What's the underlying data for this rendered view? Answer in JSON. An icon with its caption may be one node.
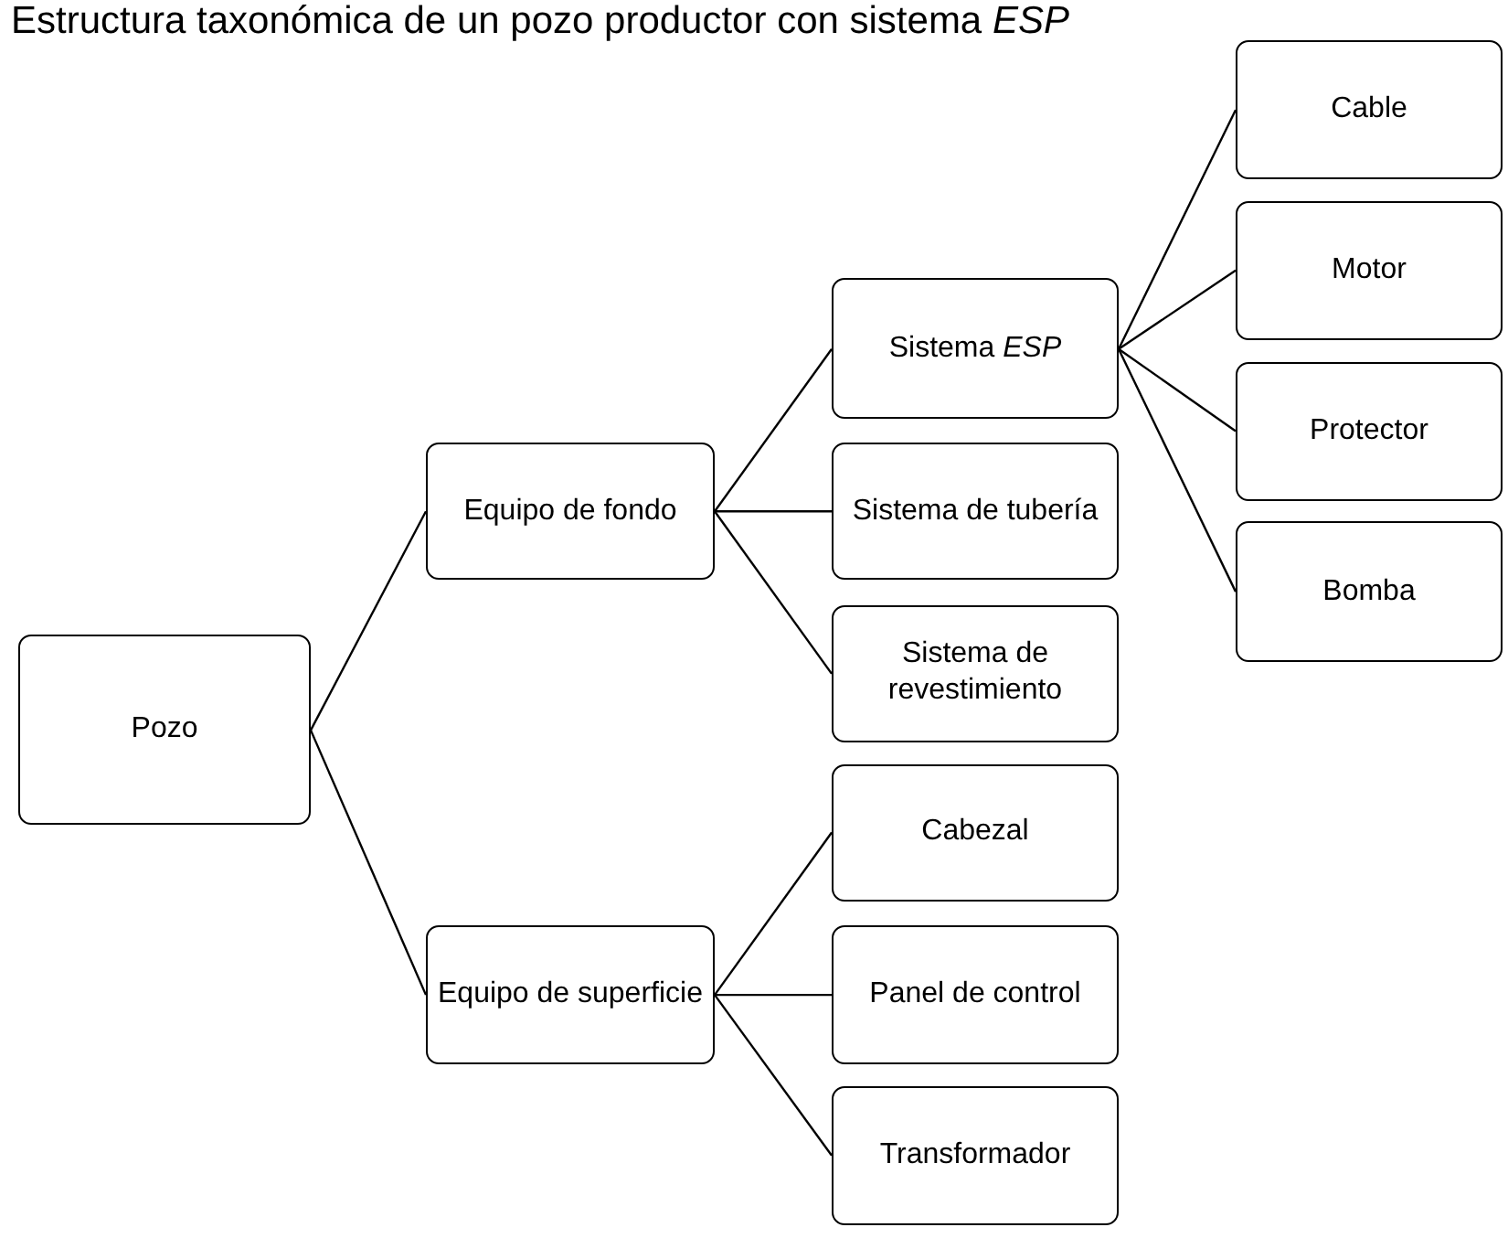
{
  "diagram": {
    "title": "Estructura taxonómica de un pozo productor con sistema *ESP*",
    "nodes": [
      {
        "text": [
          "Pozo"
        ]
      },
      {
        "text": [
          "Equipo de fondo"
        ]
      },
      {
        "text": [
          "Sistema *ESP*"
        ]
      },
      {
        "text": [
          "Cable"
        ]
      },
      {
        "text": [
          "Motor"
        ]
      },
      {
        "text": [
          "Protector"
        ]
      },
      {
        "text": [
          "Bomba"
        ]
      },
      {
        "text": [
          "Sistema de tubería"
        ]
      },
      {
        "text": [
          "Sistema de revestimiento"
        ]
      },
      {
        "text": [
          "Equipo de superficie"
        ]
      },
      {
        "text": [
          "Cabezal"
        ]
      },
      {
        "text": [
          "Panel de control"
        ]
      },
      {
        "text": [
          "Transformador"
        ]
      }
    ],
    "edges": [
      {
        "from": 0,
        "to": 1,
        "arrow": "none"
      },
      {
        "from": 0,
        "to": 9,
        "arrow": "none"
      },
      {
        "from": 1,
        "to": 2,
        "arrow": "none"
      },
      {
        "from": 1,
        "to": 7,
        "arrow": "none"
      },
      {
        "from": 1,
        "to": 8,
        "arrow": "none"
      },
      {
        "from": 2,
        "to": 3,
        "arrow": "none"
      },
      {
        "from": 2,
        "to": 4,
        "arrow": "none"
      },
      {
        "from": 2,
        "to": 5,
        "arrow": "none"
      },
      {
        "from": 2,
        "to": 6,
        "arrow": "none"
      },
      {
        "from": 9,
        "to": 10,
        "arrow": "none"
      },
      {
        "from": 9,
        "to": 11,
        "arrow": "none"
      },
      {
        "from": 9,
        "to": 12,
        "arrow": "none"
      }
    ]
  }
}
